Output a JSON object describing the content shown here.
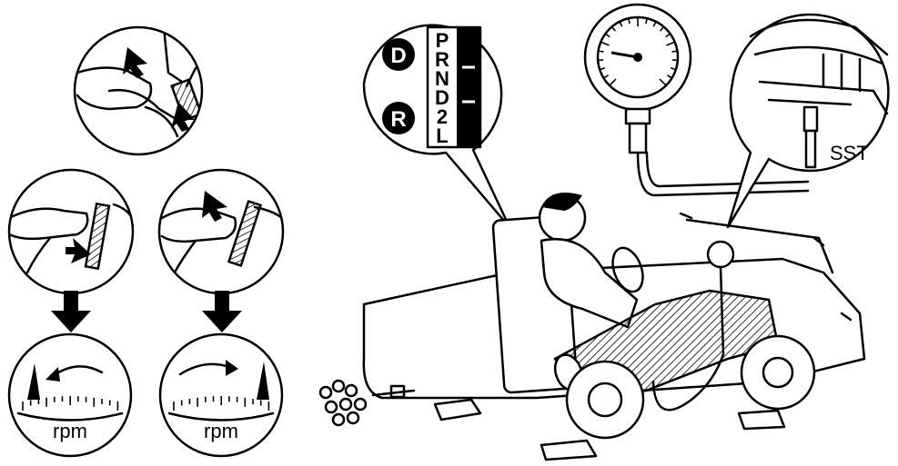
{
  "colors": {
    "ink": "#000000",
    "paper": "#ffffff"
  },
  "shift_indicator": {
    "badges": [
      "D",
      "R"
    ],
    "gear_letters": [
      "P",
      "R",
      "N",
      "D",
      "2",
      "L"
    ]
  },
  "gauges": {
    "left_label": "rpm",
    "right_label": "rpm",
    "left_needle": "low",
    "right_needle": "high"
  },
  "tool_callout": {
    "label": "SST"
  },
  "icons": [
    "pedal-push-icon",
    "arrow-down-icon",
    "tachometer-icon",
    "pressure-gauge-icon",
    "exhaust-smoke-icon"
  ]
}
